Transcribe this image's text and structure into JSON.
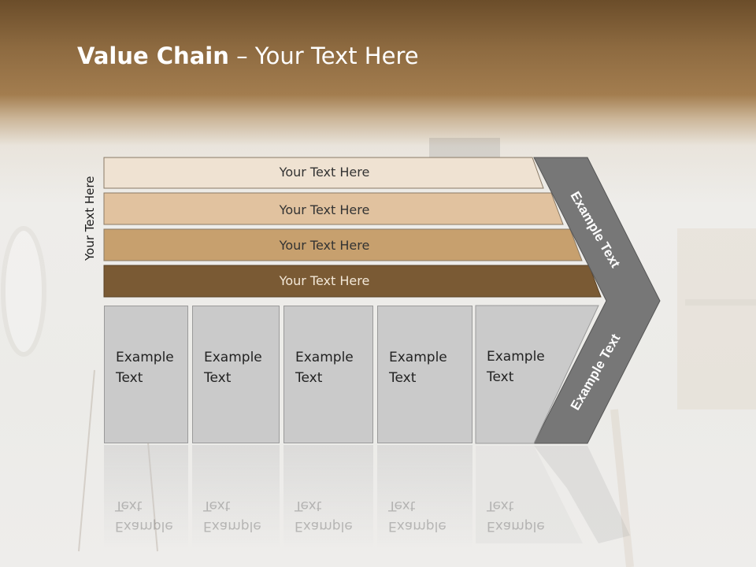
{
  "title": {
    "bold": "Value Chain",
    "rest": " – Your Text Here"
  },
  "side_label": "Your Text Here",
  "bars": [
    {
      "label": "Your Text Here",
      "color": "#efe2d2"
    },
    {
      "label": "Your Text Here",
      "color": "#e1c29f"
    },
    {
      "label": "Your Text Here",
      "color": "#c7a06e"
    },
    {
      "label": "Your Text Here",
      "color": "#7a5a34"
    }
  ],
  "cells": [
    {
      "line1": "Example",
      "line2": "Text"
    },
    {
      "line1": "Example",
      "line2": "Text"
    },
    {
      "line1": "Example",
      "line2": "Text"
    },
    {
      "line1": "Example",
      "line2": "Text"
    },
    {
      "line1": "Example",
      "line2": "Text"
    }
  ],
  "arrow": {
    "upper_label": "Example Text",
    "lower_label": "Example Text",
    "color": "#777777"
  }
}
